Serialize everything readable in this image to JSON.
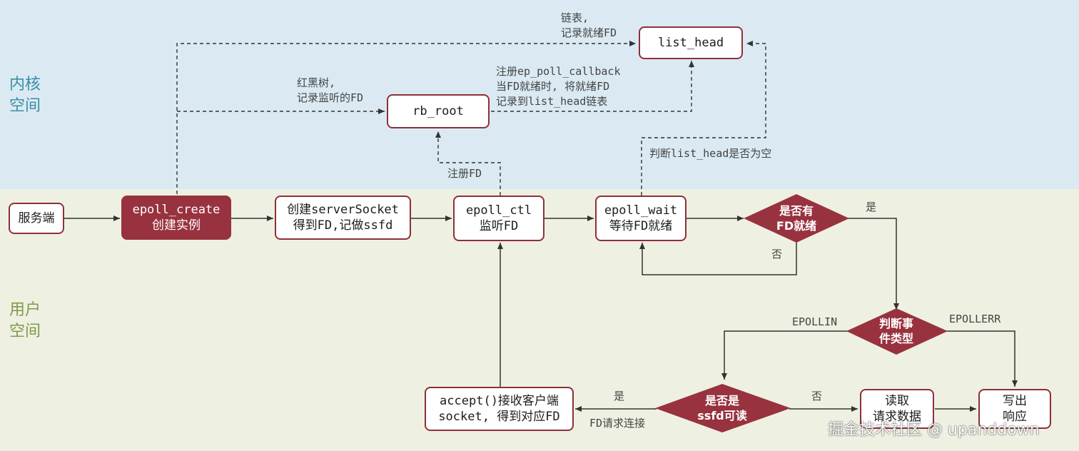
{
  "zones": {
    "kernel": [
      "内核",
      "空间"
    ],
    "user": [
      "用户",
      "空间"
    ]
  },
  "nodes": {
    "server": [
      "服务端"
    ],
    "epoll_create": [
      "epoll_create",
      "创建实例"
    ],
    "create_socket": [
      "创建serverSocket",
      "得到FD,记做ssfd"
    ],
    "epoll_ctl": [
      "epoll_ctl",
      "监听FD"
    ],
    "epoll_wait": [
      "epoll_wait",
      "等待FD就绪"
    ],
    "rb_root": [
      "rb_root"
    ],
    "list_head": [
      "list_head"
    ],
    "accept": [
      "accept()接收客户端",
      "socket, 得到对应FD"
    ],
    "read": [
      "读取",
      "请求数据"
    ],
    "write": [
      "写出",
      "响应"
    ]
  },
  "decisions": {
    "fd_ready": [
      "是否有",
      "FD就绪"
    ],
    "event_type": [
      "判断事",
      "件类型"
    ],
    "is_ssfd": [
      "是否是",
      "ssfd可读"
    ]
  },
  "notes": {
    "list_head_desc": [
      "链表,",
      "记录就绪FD"
    ],
    "rb_root_desc": [
      "红黑树,",
      "记录监听的FD"
    ],
    "callback_desc": [
      "注册ep_poll_callback",
      "当FD就绪时, 将就绪FD",
      "记录到list_head链表"
    ],
    "check_list": [
      "判断list_head是否为空"
    ],
    "register_fd": [
      "注册FD"
    ],
    "yes_ready": [
      "是"
    ],
    "no_ready": [
      "否"
    ],
    "epollin": [
      "EPOLLIN"
    ],
    "epollerr": [
      "EPOLLERR"
    ],
    "yes_ssfd": [
      "是"
    ],
    "fd_connect": [
      "FD请求连接"
    ],
    "no_ssfd": [
      "否"
    ]
  },
  "watermark": "掘金技术社区 @ upanddown",
  "colors": {
    "node_border": "#8e2f3a",
    "node_fill": "#98323f",
    "kernel_bg": "#dbeaf2",
    "user_bg": "#eef1e2",
    "arrow": "#333333"
  }
}
